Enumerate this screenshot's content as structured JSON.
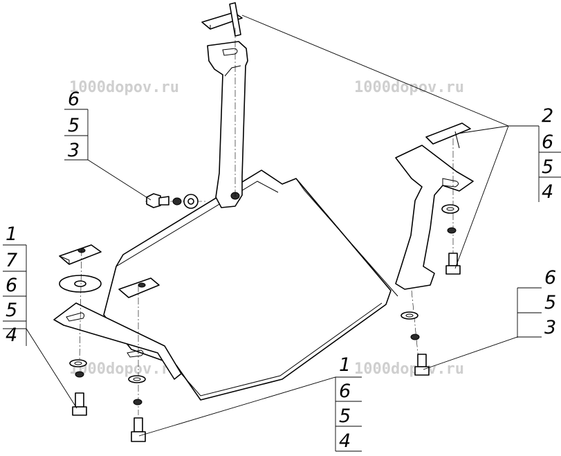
{
  "watermark": {
    "text": "1000dopov.ru"
  },
  "callouts": {
    "left_bracket_bolt": [
      "6",
      "5",
      "3"
    ],
    "top_right_bracket": [
      "2",
      "6",
      "5",
      "4"
    ],
    "left_front_plate": [
      "1",
      "7",
      "6",
      "5",
      "4"
    ],
    "right_rear_bolt": [
      "6",
      "5",
      "3"
    ],
    "bottom_center": [
      "1",
      "6",
      "5",
      "4"
    ]
  }
}
